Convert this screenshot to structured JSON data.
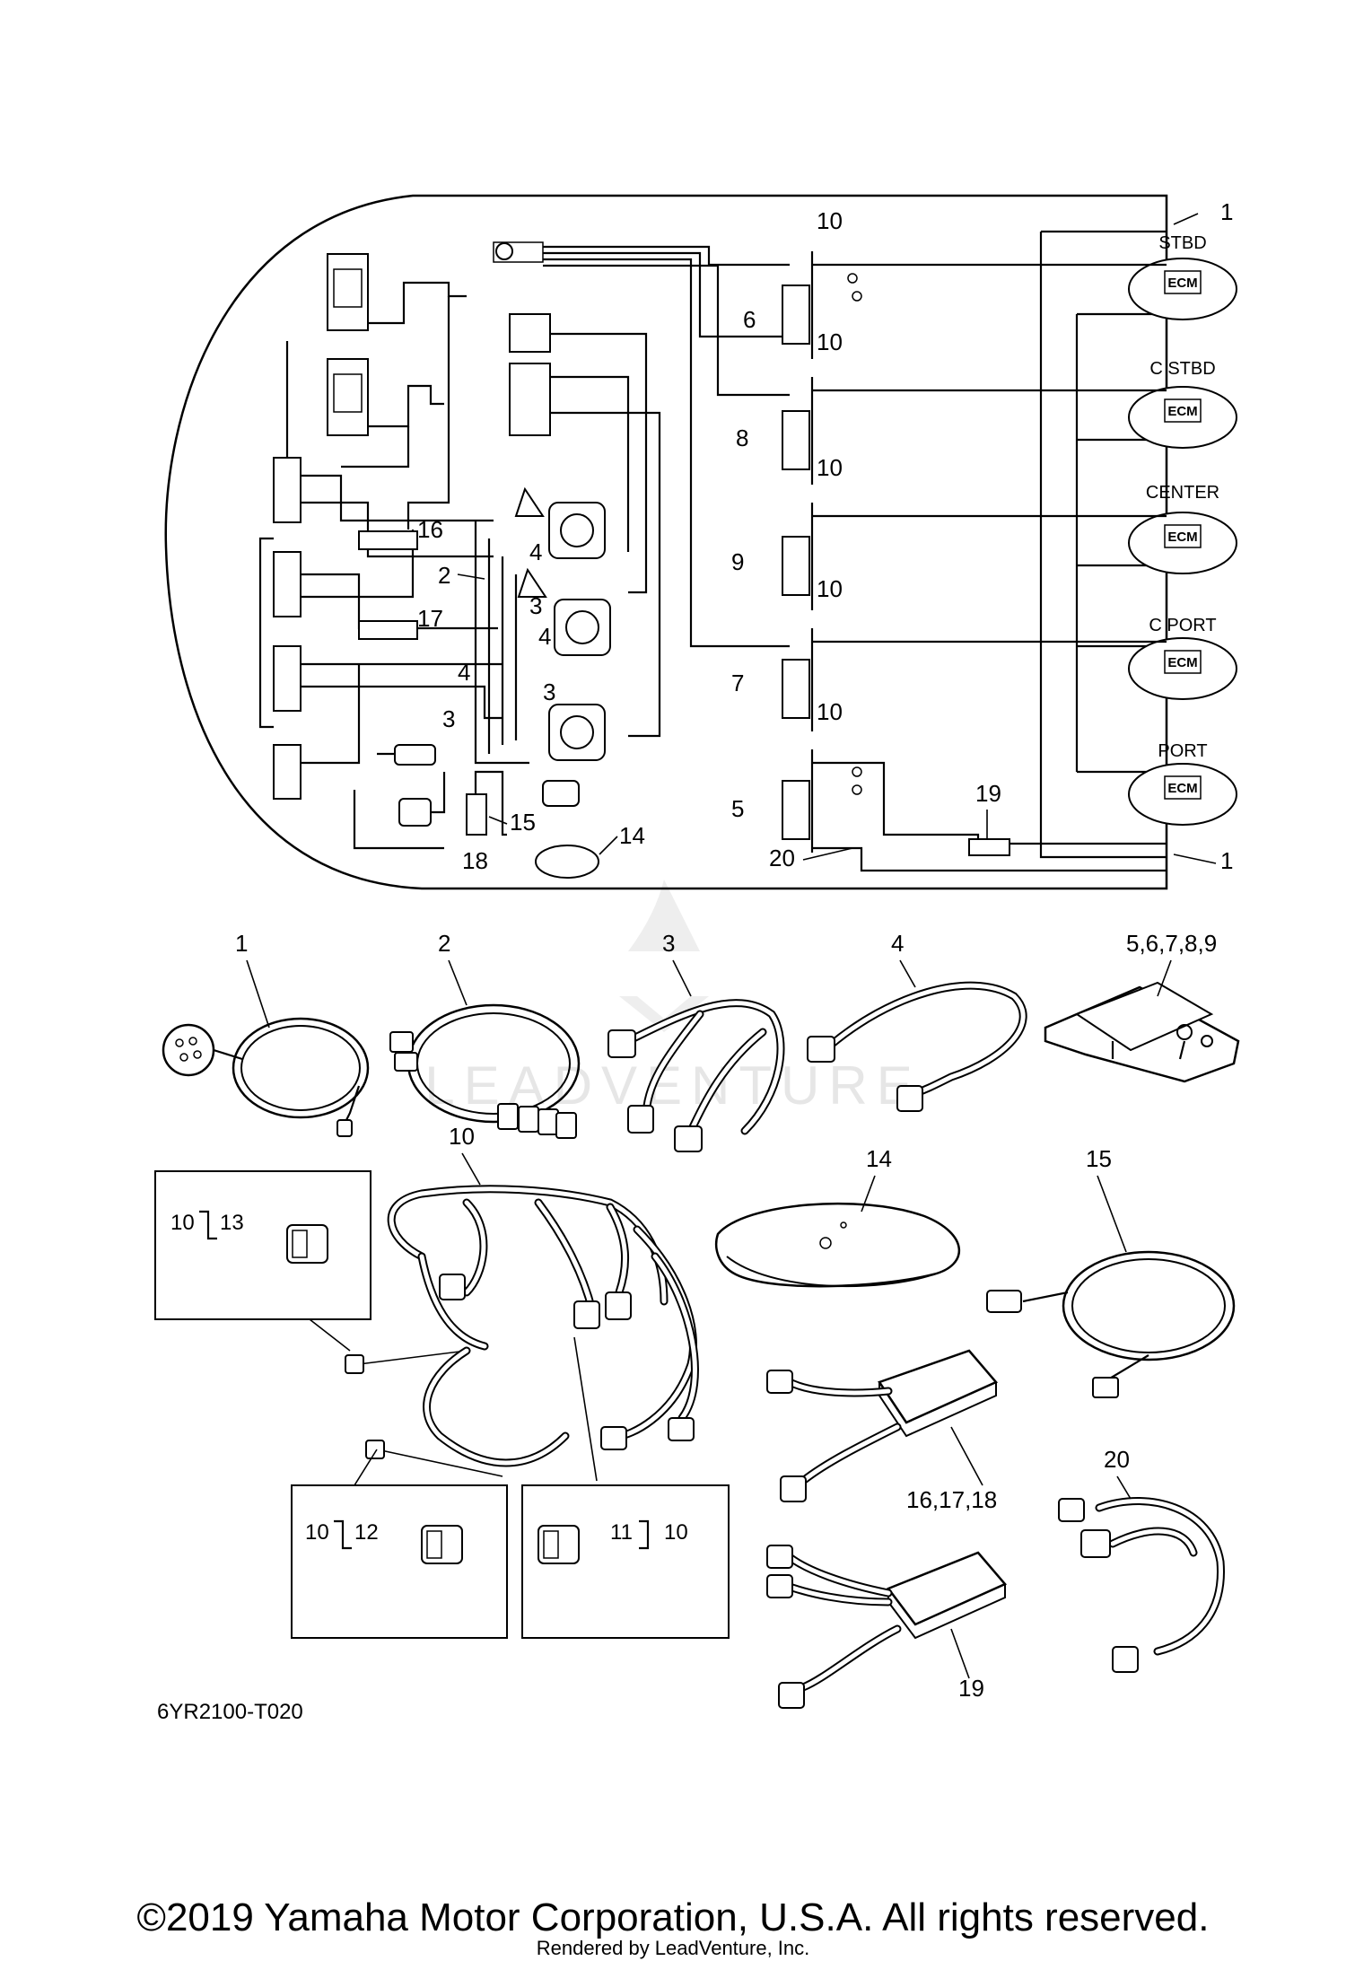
{
  "diagram": {
    "callouts": [
      "1",
      "2",
      "3",
      "4",
      "5",
      "6",
      "7",
      "8",
      "9",
      "10",
      "14",
      "15",
      "16",
      "17",
      "18",
      "19",
      "20"
    ],
    "ecm_positions": [
      "STBD",
      "C STBD",
      "CENTER",
      "C PORT",
      "PORT"
    ],
    "ecm_label": "ECM",
    "parts": {
      "p1": "1",
      "p2": "2",
      "p3": "3",
      "p4": "4",
      "p5_9": "5,6,7,8,9",
      "p10": "10",
      "p14": "14",
      "p15": "15",
      "p16_18": "16,17,18",
      "p19": "19",
      "p20": "20"
    },
    "insets": {
      "top_left": {
        "main": "10",
        "sub": "13"
      },
      "bottom_left": {
        "main": "10",
        "sub": "12"
      },
      "bottom_right": {
        "main": "10",
        "sub": "11"
      }
    },
    "diagram_code": "6YR2100-T020",
    "watermark": "LEADVENTURE"
  },
  "footer": {
    "copyright": "©2019 Yamaha Motor Corporation, U.S.A. All rights reserved.",
    "rendered_by": "Rendered by LeadVenture, Inc."
  }
}
